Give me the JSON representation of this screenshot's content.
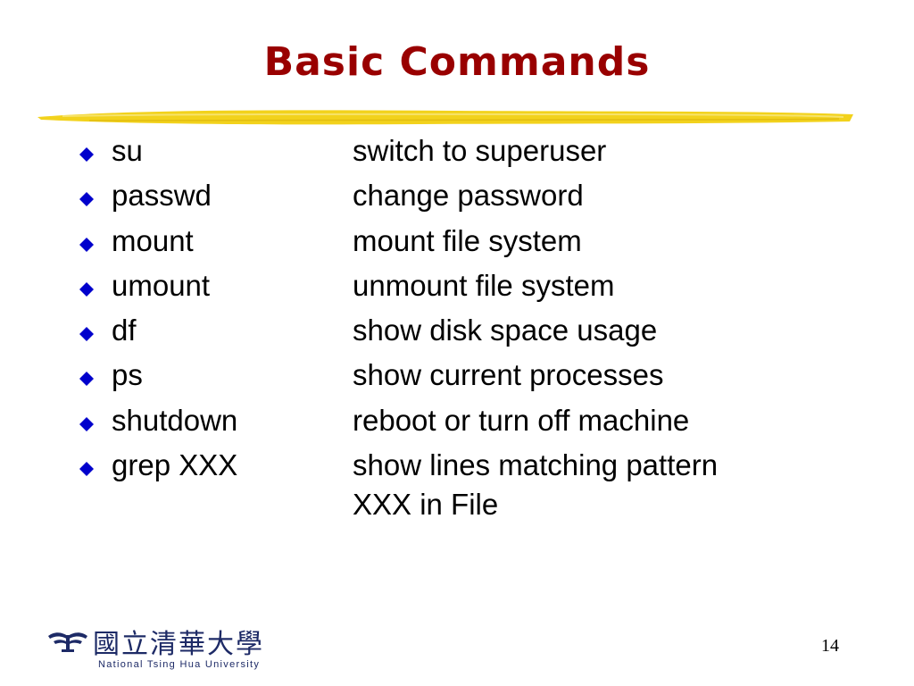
{
  "slide": {
    "title": "Basic Commands",
    "accent_color": "#990000",
    "bullet_color": "#0000cc",
    "rule_color": "#f2d21c",
    "items": [
      {
        "command": "su",
        "description": "switch to superuser"
      },
      {
        "command": "passwd",
        "description": "change password"
      },
      {
        "command": "mount",
        "description": "mount file system"
      },
      {
        "command": "umount",
        "description": "unmount file system"
      },
      {
        "command": "df",
        "description": "show disk space usage"
      },
      {
        "command": "ps",
        "description": "show current processes"
      },
      {
        "command": "shutdown",
        "description": "reboot or turn off machine"
      },
      {
        "command": "grep XXX",
        "description": "show lines matching pattern"
      }
    ],
    "description_continuation": "XXX in File",
    "page_number": "14"
  },
  "footer": {
    "university_name_cjk": "國立清華大學",
    "university_name_en": "National Tsing Hua University",
    "logo_icon": "nthu-seal-icon"
  }
}
